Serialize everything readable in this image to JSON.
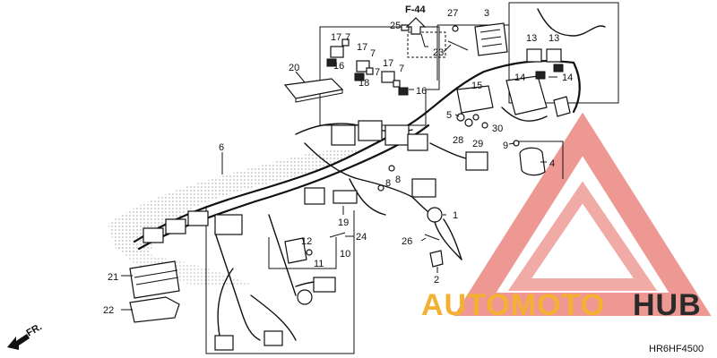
{
  "diagram": {
    "reference": "F-44",
    "code": "HR6HF4500",
    "direction": "FR.",
    "watermark": {
      "left": "AUTOMOTO",
      "right": "HUB",
      "red": "#e0443a",
      "orange": "#f2b133",
      "dark": "#2a2a2a"
    },
    "callouts": {
      "c1": "1",
      "c2": "2",
      "c3": "3",
      "c4": "4",
      "c5": "5",
      "c6": "6",
      "c7a": "7",
      "c7b": "7",
      "c7c": "7",
      "c7d": "7",
      "c8a": "8",
      "c8b": "8",
      "c9": "9",
      "c10": "10",
      "c11": "11",
      "c12": "12",
      "c13a": "13",
      "c13b": "13",
      "c14a": "14",
      "c14b": "14",
      "c15": "15",
      "c16a": "16",
      "c16b": "16",
      "c17a": "17",
      "c17b": "17",
      "c17c": "17",
      "c18": "18",
      "c19": "19",
      "c20": "20",
      "c21": "21",
      "c22": "22",
      "c23": "23",
      "c24": "24",
      "c25": "25",
      "c26": "26",
      "c27": "27",
      "c28": "28",
      "c29": "29",
      "c30": "30"
    }
  }
}
